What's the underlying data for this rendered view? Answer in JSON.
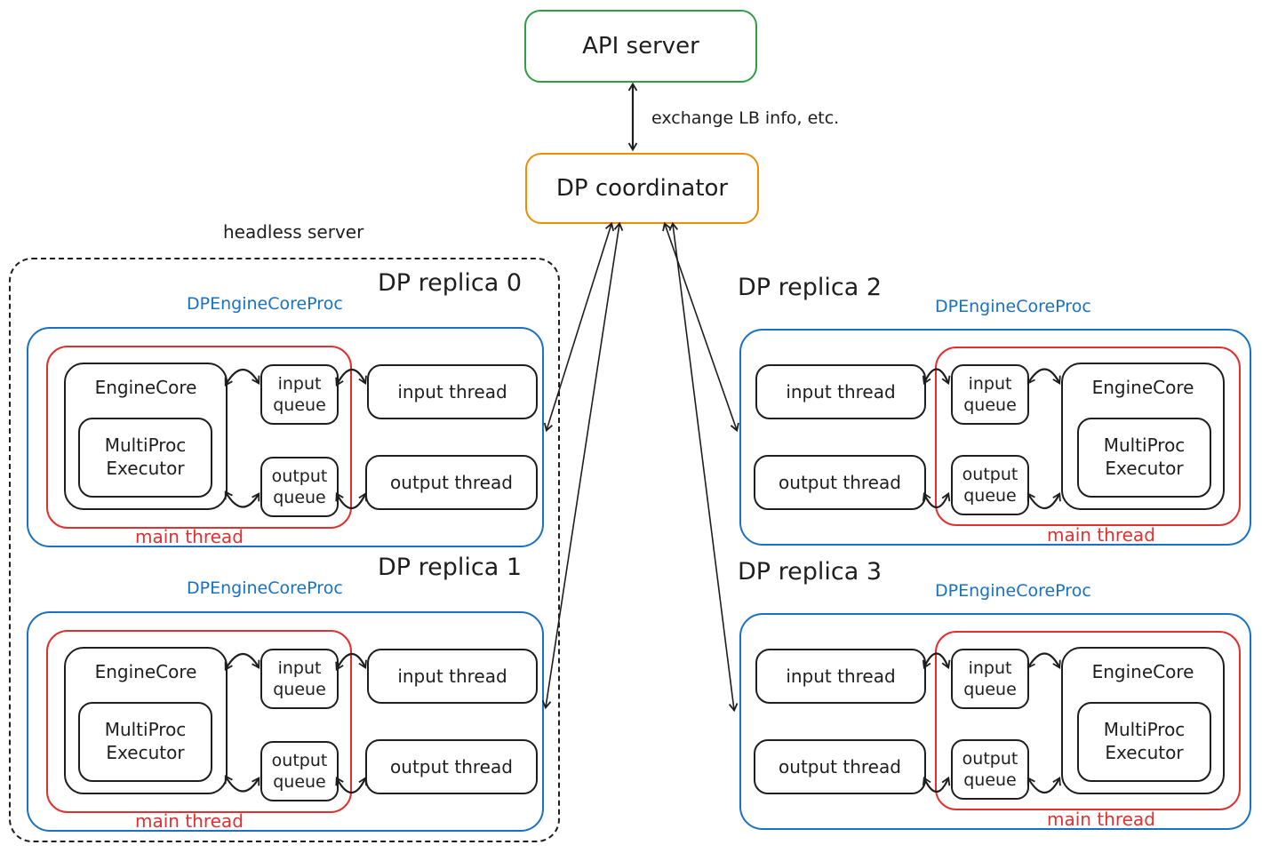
{
  "diagram": {
    "api_server": {
      "label": "API server"
    },
    "coordinator": {
      "label": "DP coordinator"
    },
    "link_label": "exchange LB info, etc.",
    "headless_group": {
      "label": "headless server"
    },
    "colors": {
      "api_border": "#2f9e44",
      "coordinator_border": "#f08c00",
      "process_border": "#1971c2",
      "main_thread_red": "#e03131",
      "ink": "#1e1e1e"
    },
    "replicas": [
      {
        "title": "DP replica 0",
        "proc_label": "DPEngineCoreProc",
        "engine_core": "EngineCore",
        "executor": "MultiProc\nExecutor",
        "input_queue": "input\nqueue",
        "output_queue": "output\nqueue",
        "input_thread": "input thread",
        "output_thread": "output thread",
        "main_thread_label": "main thread"
      },
      {
        "title": "DP replica 1",
        "proc_label": "DPEngineCoreProc",
        "engine_core": "EngineCore",
        "executor": "MultiProc\nExecutor",
        "input_queue": "input\nqueue",
        "output_queue": "output\nqueue",
        "input_thread": "input thread",
        "output_thread": "output thread",
        "main_thread_label": "main thread"
      },
      {
        "title": "DP replica 2",
        "proc_label": "DPEngineCoreProc",
        "engine_core": "EngineCore",
        "executor": "MultiProc\nExecutor",
        "input_queue": "input\nqueue",
        "output_queue": "output\nqueue",
        "input_thread": "input thread",
        "output_thread": "output thread",
        "main_thread_label": "main thread"
      },
      {
        "title": "DP replica 3",
        "proc_label": "DPEngineCoreProc",
        "engine_core": "EngineCore",
        "executor": "MultiProc\nExecutor",
        "input_queue": "input\nqueue",
        "output_queue": "output\nqueue",
        "input_thread": "input thread",
        "output_thread": "output thread",
        "main_thread_label": "main thread"
      }
    ]
  }
}
